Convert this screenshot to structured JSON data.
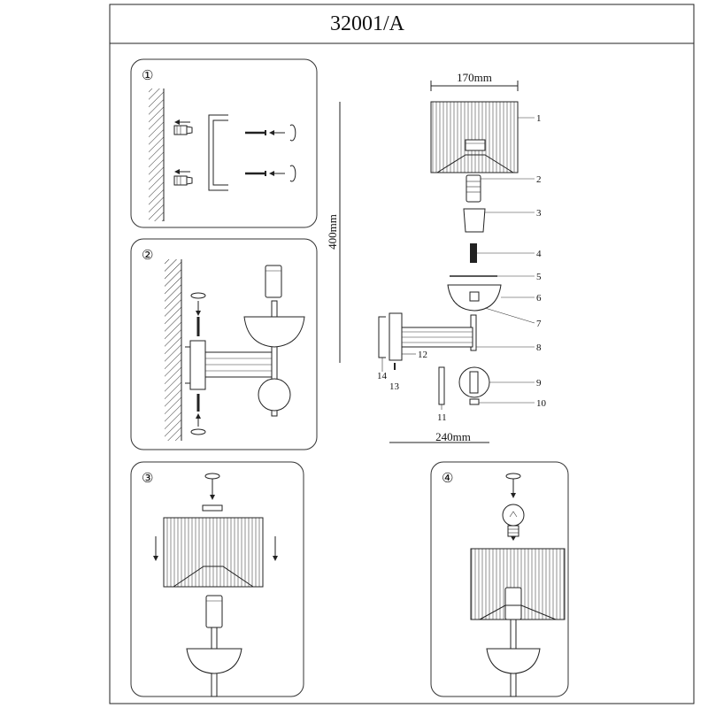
{
  "header": {
    "model": "32001/A"
  },
  "steps": [
    {
      "id": "step-1",
      "label": "①"
    },
    {
      "id": "step-2",
      "label": "②"
    },
    {
      "id": "step-3",
      "label": "③"
    },
    {
      "id": "step-4",
      "label": "④"
    }
  ],
  "dimensions": {
    "shade_width": "170mm",
    "total_height": "400mm",
    "arm_length": "240mm"
  },
  "callouts": [
    "1",
    "2",
    "3",
    "4",
    "5",
    "6",
    "7",
    "8",
    "9",
    "10",
    "11",
    "12",
    "13",
    "14"
  ]
}
